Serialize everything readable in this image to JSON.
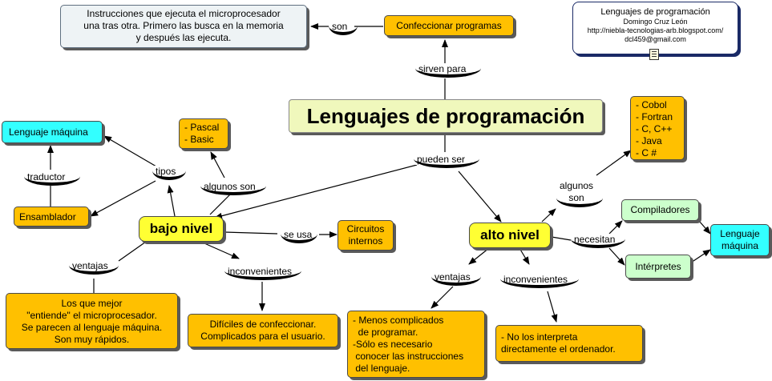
{
  "title": "Lenguajes de programación",
  "credits": {
    "title": "Lenguajes de programación",
    "author": "Domingo Cruz León",
    "url": "http://niebla-tecnologias-arb.blogspot.com/",
    "email": "dcl459@gmail.com"
  },
  "top": {
    "link_sirven": "sirven para",
    "confeccionar": "Confeccionar programas",
    "link_son": "son",
    "instrucciones": "Instrucciones que ejecuta el microprocesador\nuna tras otra. Primero las busca en la memoria\ny después las ejecuta."
  },
  "center": {
    "link_pueden": "pueden ser"
  },
  "bajo": {
    "label": "bajo nivel",
    "link_tipos": "tipos",
    "traductor": "traductor",
    "lenguaje_maquina": "Lenguaje máquina",
    "ensamblador": "Ensamblador",
    "link_algunos": "algunos son",
    "ejemplos": "- Pascal\n- Basic",
    "link_se_usa": "se usa",
    "circuitos": "Circuitos\ninternos",
    "link_ventajas": "ventajas",
    "ventajas": "Los que mejor\n\"entiende\" el microprocesador.\nSe parecen al lenguaje máquina.\nSon muy rápidos.",
    "link_inconvenientes": "inconvenientes",
    "inconvenientes": "Difíciles de confeccionar.\nComplicados para el usuario."
  },
  "alto": {
    "label": "alto nivel",
    "link_algunos": "algunos\nson",
    "ejemplos": "- Cobol\n- Fortran\n- C, C++\n- Java\n- C #",
    "link_necesitan": "necesitan",
    "compiladores": "Compiladores",
    "interpretes": "Intérpretes",
    "lenguaje_maquina": "Lenguaje\nmáquina",
    "link_ventajas": "ventajas",
    "ventajas": "- Menos complicados\n  de programar.\n-Sólo es necesario\n conocer las instrucciones\n del lenguaje.",
    "link_inconvenientes": "inconvenientes",
    "inconvenientes": "- No los interpreta\ndirectamente el ordenador."
  }
}
